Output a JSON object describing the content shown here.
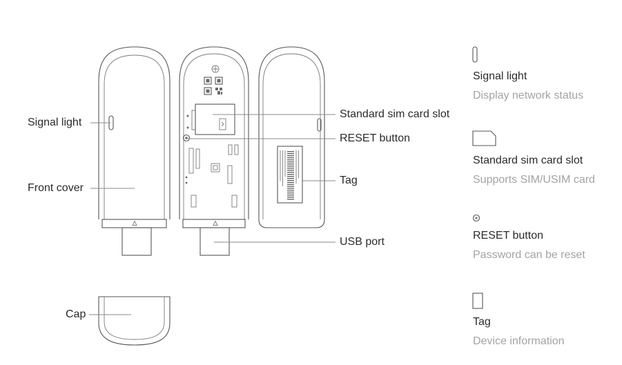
{
  "diagram": {
    "labels": {
      "signal_light": "Signal light",
      "front_cover": "Front cover",
      "cap": "Cap",
      "sim_slot": "Standard sim card slot",
      "reset_button": "RESET button",
      "tag": "Tag",
      "usb_port": "USB port"
    }
  },
  "legend": {
    "items": [
      {
        "icon": "signal-light-icon",
        "title": "Signal light",
        "description": "Display network status"
      },
      {
        "icon": "sim-card-icon",
        "title": "Standard sim card slot",
        "description": "Supports SIM/USIM card"
      },
      {
        "icon": "reset-icon",
        "title": "RESET button",
        "description": "Password can be reset"
      },
      {
        "icon": "tag-icon",
        "title": "Tag",
        "description": "Device information"
      }
    ]
  },
  "colors": {
    "background": "#ffffff",
    "label_text": "#2b2b2b",
    "description_text": "#a3a3a3",
    "line_art": "#555555"
  }
}
